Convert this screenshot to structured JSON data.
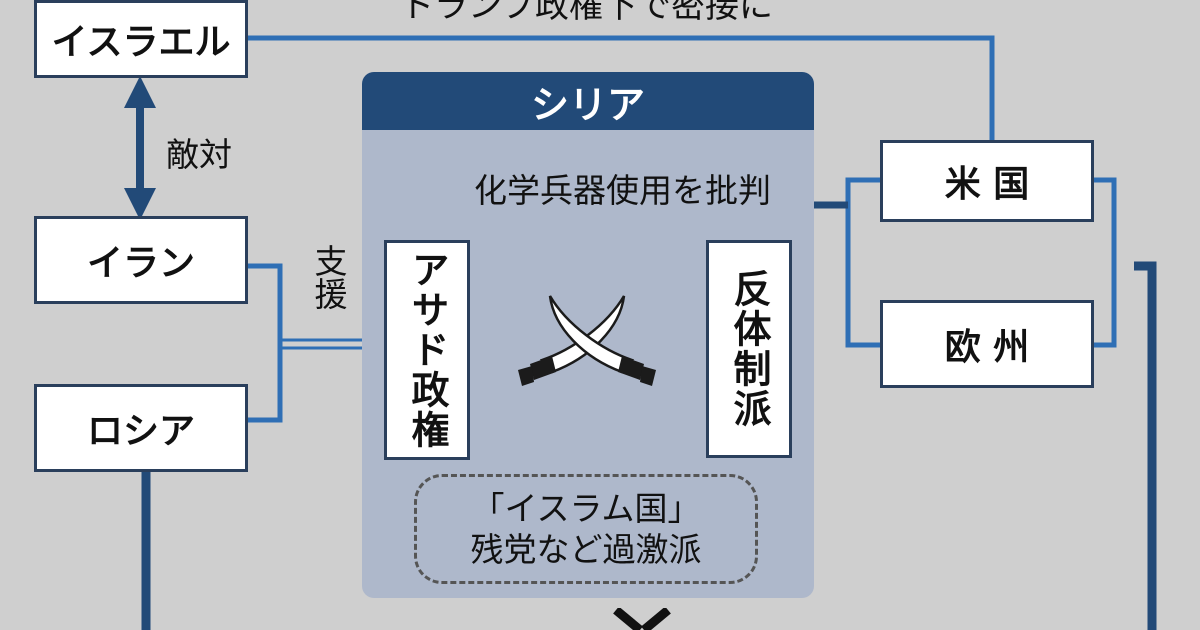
{
  "top_caption": "トランプ政権下で密接に",
  "boxes": {
    "israel": "イスラエル",
    "iran": "イラン",
    "russia": "ロシア",
    "us": "米 国",
    "europe": "欧 州"
  },
  "labels": {
    "hostility": "敵対",
    "support": "支援",
    "criticism": "化学兵器使用を批判"
  },
  "syria": {
    "title": "シリア",
    "assad": "アサド政権",
    "opposition": "反体制派",
    "is_line1": "「イスラム国」",
    "is_line2": "残党など過激派"
  },
  "icons": {
    "conflict": "crossed-swords-icon",
    "bottom": "x-mark-icon"
  },
  "colors": {
    "dark_navy": "#224a78",
    "bright_blue": "#2f6fb5",
    "panel": "#aeb8cb"
  }
}
